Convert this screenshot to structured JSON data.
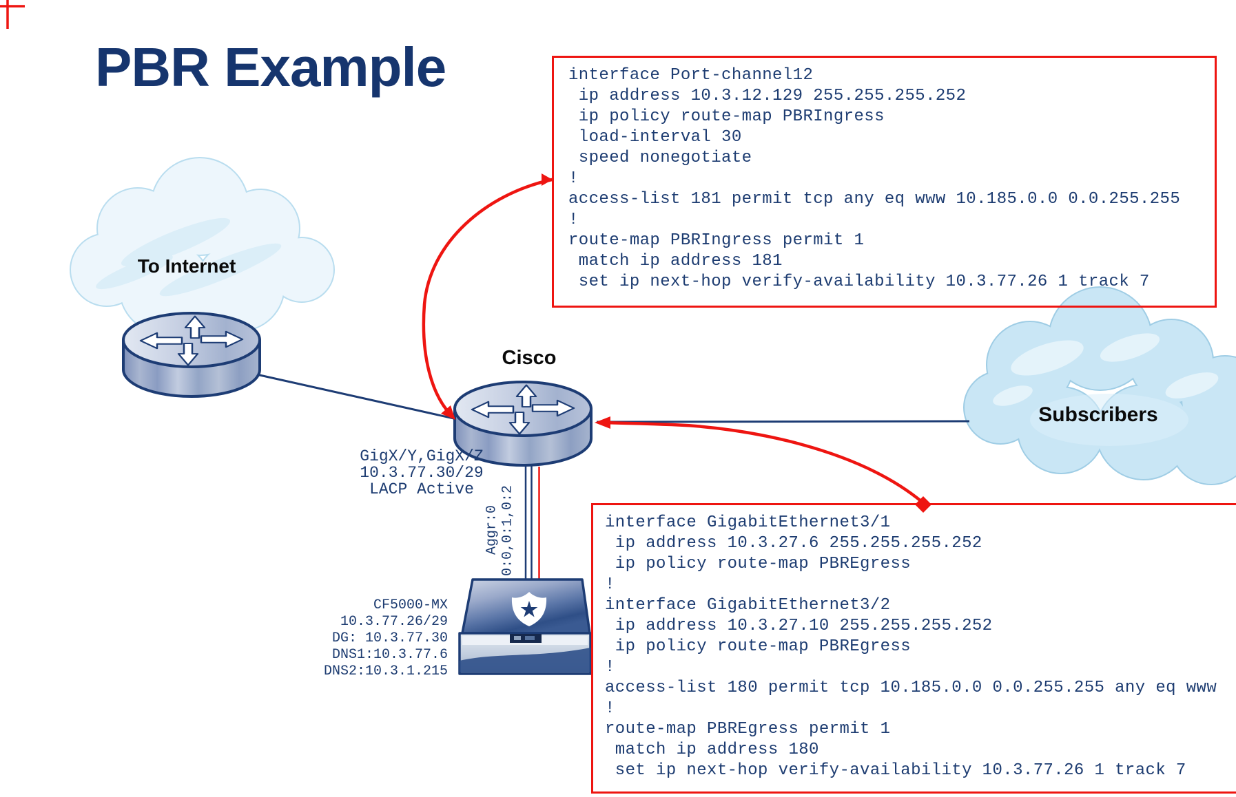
{
  "title": "PBR Example",
  "colors": {
    "accent_red": "#ee1511",
    "outline_navy": "#1d3c74",
    "code_text": "#1d3c71",
    "cloud_internet_fill": "#edf6fc",
    "cloud_subscribers_fill": "#c9e6f5"
  },
  "internet_cloud": {
    "label": "To Internet"
  },
  "subscribers_cloud": {
    "label": "Subscribers"
  },
  "core_router": {
    "label": "Cisco"
  },
  "uplink_labels": {
    "lines": [
      "GigX/Y,GigX/Z",
      "10.3.77.30/29",
      "LACP Active"
    ]
  },
  "aggregate_labels": {
    "aggr": "Aggr:0",
    "ports": "0:0,0:1,0:2"
  },
  "appliance_labels": {
    "lines": [
      "CF5000-MX",
      "10.3.77.26/29",
      "DG: 10.3.77.30",
      "DNS1:10.3.77.6",
      "DNS2:10.3.1.215"
    ]
  },
  "ingress_config": {
    "lines": [
      "interface Port-channel12",
      " ip address 10.3.12.129 255.255.255.252",
      " ip policy route-map PBRIngress",
      " load-interval 30",
      " speed nonegotiate",
      "!",
      "access-list 181 permit tcp any eq www 10.185.0.0 0.0.255.255",
      "!",
      "route-map PBRIngress permit 1",
      " match ip address 181",
      " set ip next-hop verify-availability 10.3.77.26 1 track 7"
    ]
  },
  "egress_config": {
    "lines": [
      "interface GigabitEthernet3/1",
      " ip address 10.3.27.6 255.255.255.252",
      " ip policy route-map PBREgress",
      "!",
      "interface GigabitEthernet3/2",
      " ip address 10.3.27.10 255.255.255.252",
      " ip policy route-map PBREgress",
      "!",
      "access-list 180 permit tcp 10.185.0.0 0.0.255.255 any eq www",
      "!",
      "route-map PBREgress permit 1",
      " match ip address 180",
      " set ip next-hop verify-availability 10.3.77.26 1 track 7"
    ]
  }
}
